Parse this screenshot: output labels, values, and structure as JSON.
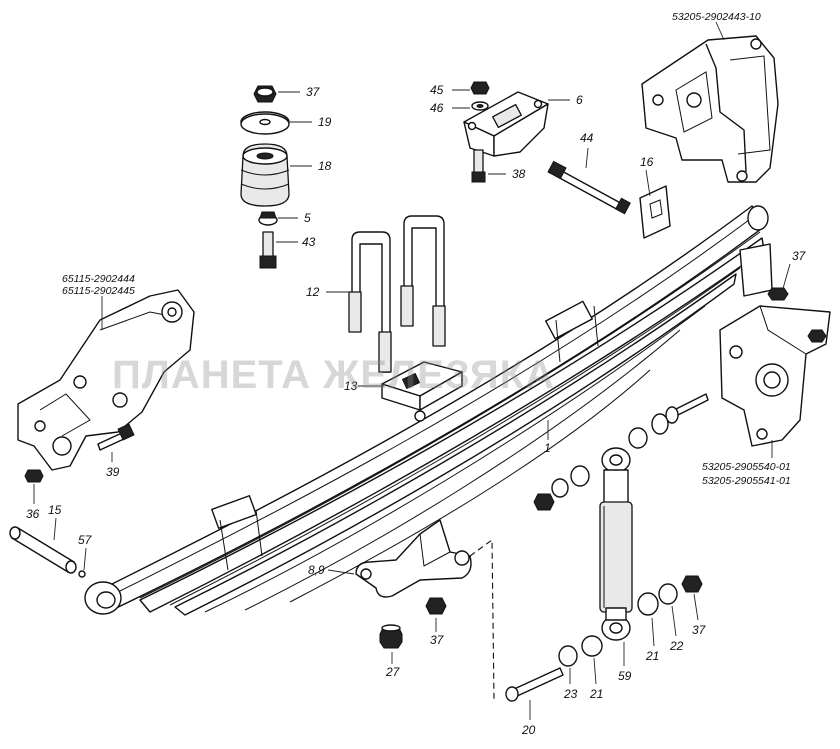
{
  "watermark": "ПЛАНЕТА ЖЕЛЕЗЯКА",
  "part_numbers": {
    "top_right_bracket": "53205-2902443-10",
    "left_bracket_a": "65115-2902444",
    "left_bracket_b": "65115-2902445",
    "right_bracket_a": "53205-2905540-01",
    "right_bracket_b": "53205-2905541-01"
  },
  "callouts": {
    "c37_top": "37",
    "c19": "19",
    "c18": "18",
    "c5": "5",
    "c43": "43",
    "c45": "45",
    "c46": "46",
    "c6": "6",
    "c38": "38",
    "c44": "44",
    "c16": "16",
    "c37_right": "37",
    "c12": "12",
    "c13": "13",
    "c1": "1",
    "c39": "39",
    "c36": "36",
    "c15": "15",
    "c57": "57",
    "c8_9": "8,9",
    "c37_mid": "37",
    "c27": "27",
    "c20": "20",
    "c23": "23",
    "c21_bottom": "21",
    "c59": "59",
    "c21_right": "21",
    "c22": "22",
    "c37_bottom": "37"
  }
}
